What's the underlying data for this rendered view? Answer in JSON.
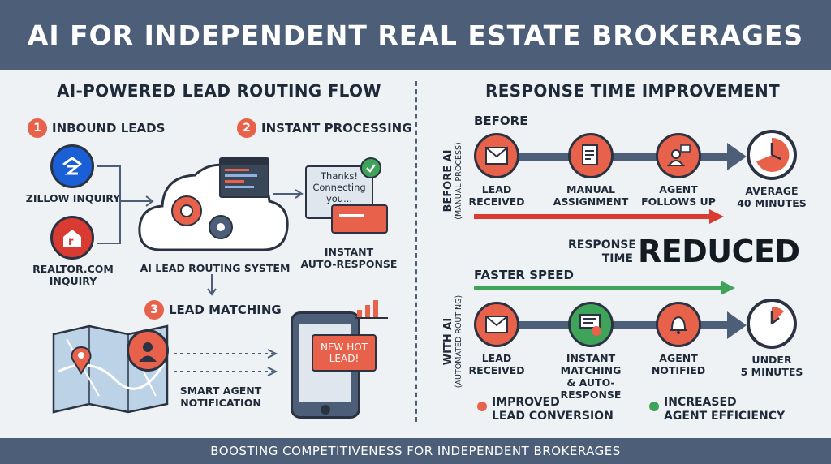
{
  "header": {
    "title": "AI FOR INDEPENDENT REAL ESTATE BROKERAGES"
  },
  "footer": {
    "text": "BOOSTING COMPETITIVENESS FOR INDEPENDENT BROKERAGES"
  },
  "left": {
    "title": "AI-POWERED LEAD ROUTING FLOW",
    "steps": [
      {
        "num": "1",
        "title": "INBOUND LEADS"
      },
      {
        "num": "2",
        "title": "INSTANT PROCESSING"
      },
      {
        "num": "3",
        "title": "LEAD MATCHING"
      }
    ],
    "zillow": "ZILLOW INQUIRY",
    "realtor_line1": "REALTOR.COM",
    "realtor_line2": "INQUIRY",
    "system": "AI LEAD ROUTING SYSTEM",
    "bubble_text": "Thanks! Connecting you...",
    "auto_line1": "INSTANT",
    "auto_line2": "AUTO-RESPONSE",
    "notify_line1": "SMART AGENT",
    "notify_line2": "NOTIFICATION",
    "phone_alert": "NEW HOT LEAD!"
  },
  "right": {
    "title": "RESPONSE TIME IMPROVEMENT",
    "before": {
      "label": "BEFORE",
      "side_line1": "BEFORE AI",
      "side_line2": "(MANUAL PROCESS)",
      "steps": [
        {
          "l1": "LEAD",
          "l2": "RECEIVED"
        },
        {
          "l1": "MANUAL",
          "l2": "ASSIGNMENT"
        },
        {
          "l1": "AGENT",
          "l2": "FOLLOWS UP"
        }
      ],
      "time_l1": "AVERAGE",
      "time_l2": "40 MINUTES"
    },
    "middle": {
      "rt1": "RESPONSE",
      "rt2": "TIME",
      "reduced": "REDUCED"
    },
    "after": {
      "label": "FASTER SPEED",
      "side_line1": "WITH AI",
      "side_line2": "(AUTOMATED ROUTING)",
      "steps": [
        {
          "l1": "LEAD",
          "l2": "RECEIVED",
          "l3": ""
        },
        {
          "l1": "INSTANT",
          "l2": "MATCHING",
          "l3": "& AUTO-RESPONSE"
        },
        {
          "l1": "AGENT",
          "l2": "NOTIFIED",
          "l3": ""
        }
      ],
      "time_l1": "UNDER",
      "time_l2": "5 MINUTES"
    },
    "benefits": [
      {
        "l1": "IMPROVED",
        "l2": "LEAD CONVERSION",
        "color": "#e8614a"
      },
      {
        "l1": "INCREASED",
        "l2": "AGENT EFFICIENCY",
        "color": "#3fa35a"
      }
    ]
  },
  "colors": {
    "accent": "#e8614a",
    "green": "#3fa35a",
    "navy": "#4d5f78",
    "blue": "#1a5fd6"
  }
}
